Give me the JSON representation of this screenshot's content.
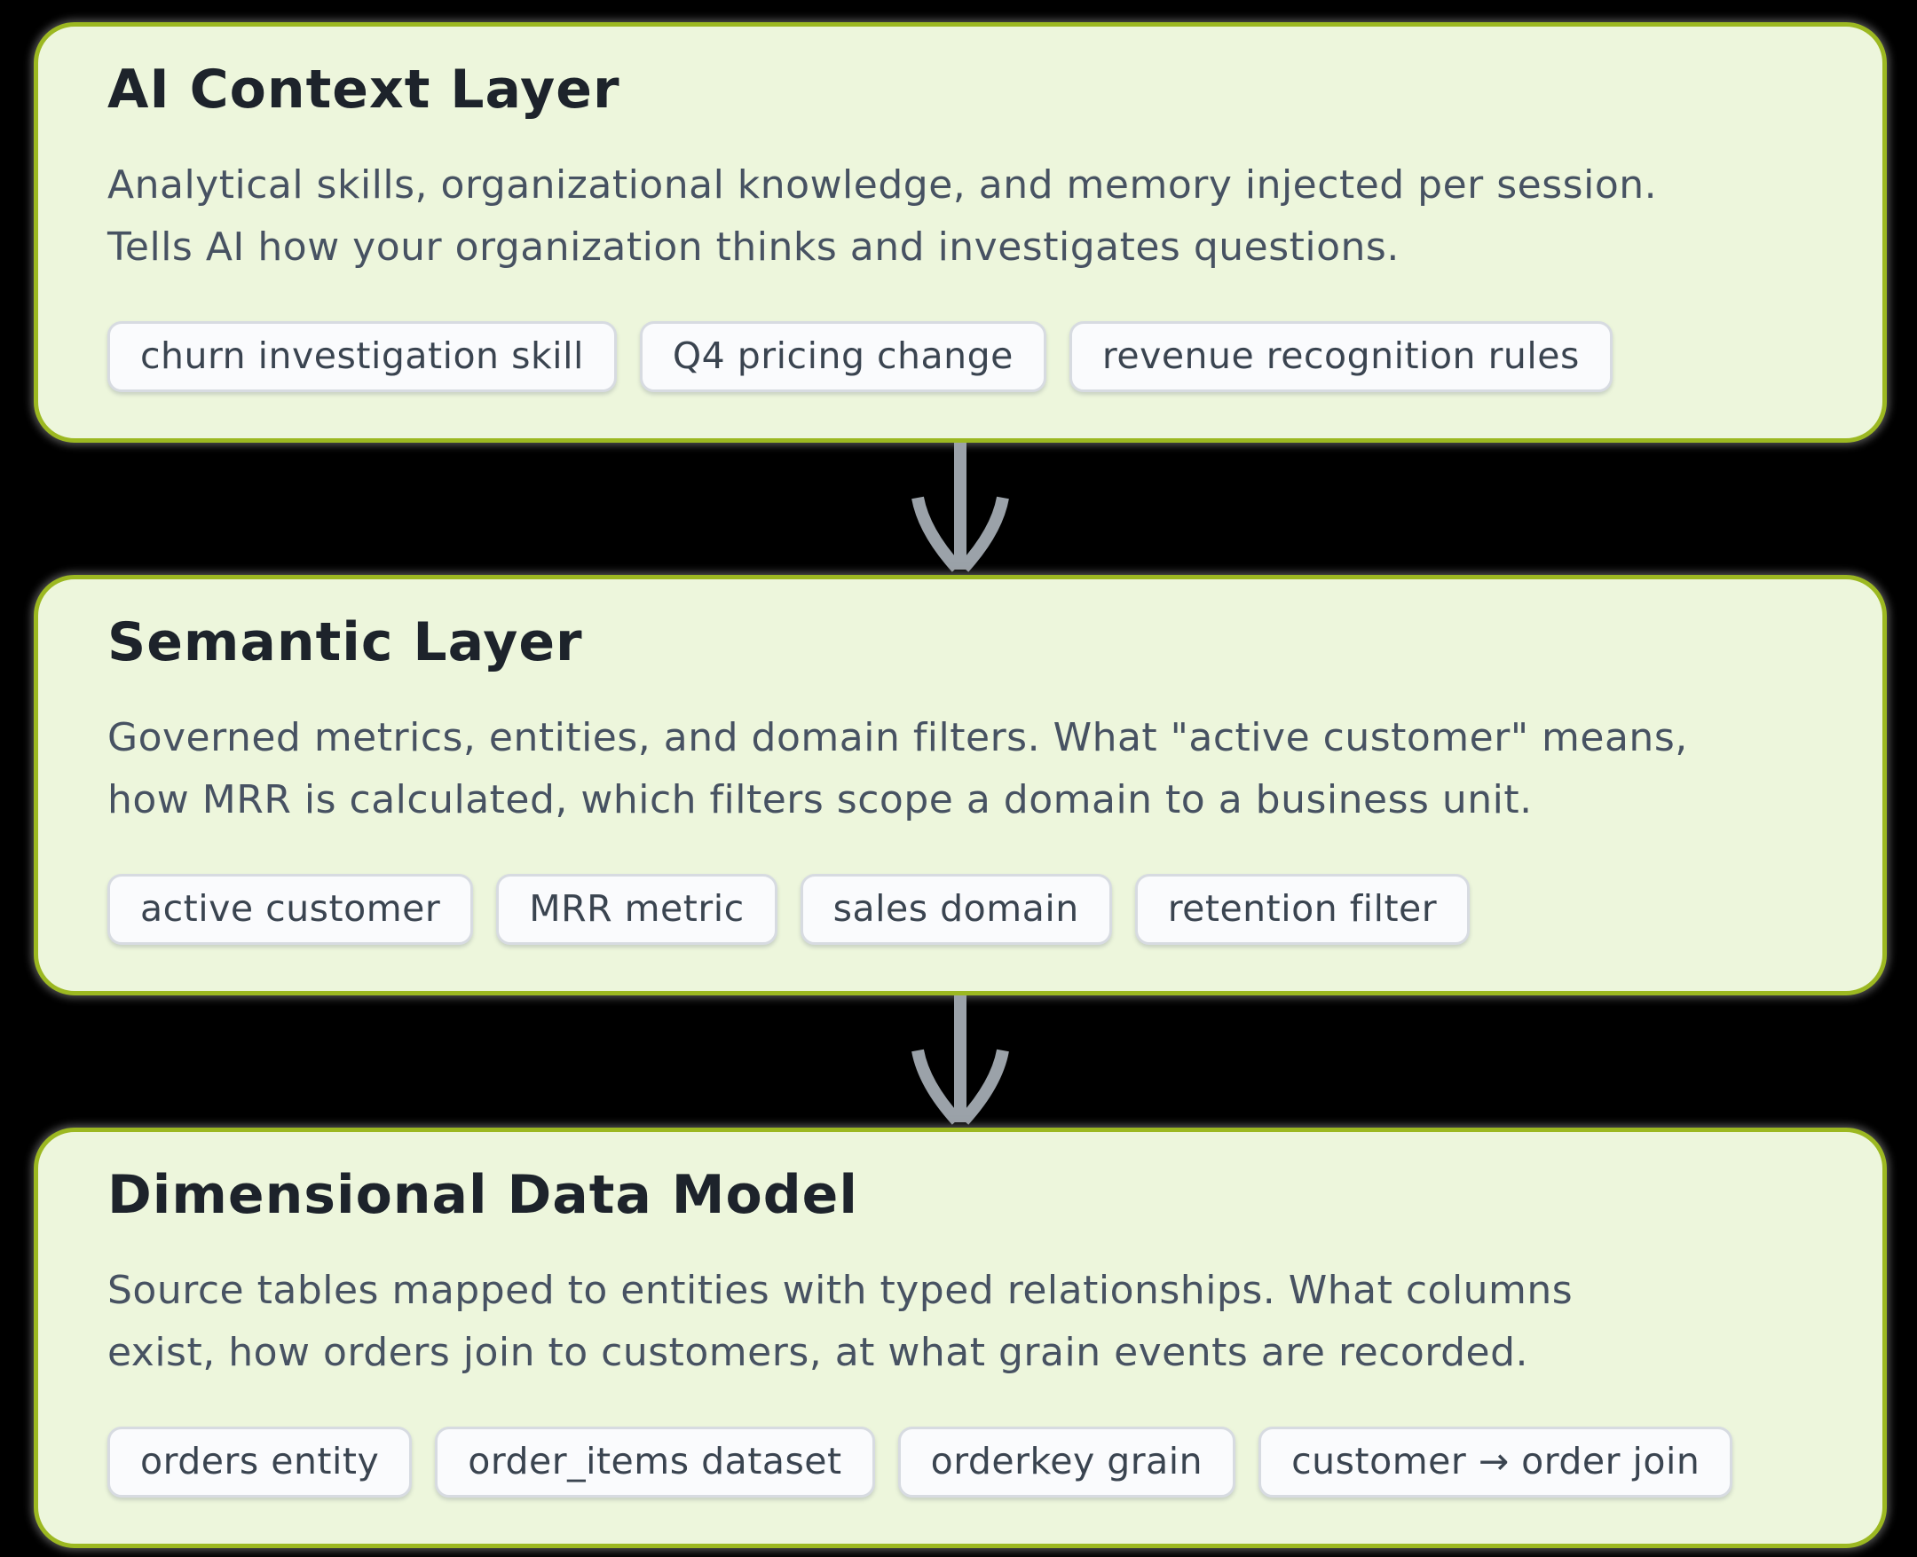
{
  "diagram": {
    "layers": [
      {
        "id": "ai-context-layer",
        "title": "AI Context Layer",
        "description_lines": [
          "Analytical skills, organizational knowledge, and memory injected per session.",
          "Tells AI how your organization thinks and investigates questions."
        ],
        "tags": [
          "churn investigation skill",
          "Q4 pricing change",
          "revenue recognition rules"
        ]
      },
      {
        "id": "semantic-layer",
        "title": "Semantic Layer",
        "description_lines": [
          "Governed metrics, entities, and domain filters. What \"active customer\" means,",
          "how MRR is calculated, which filters scope a domain to a business unit."
        ],
        "tags": [
          "active customer",
          "MRR metric",
          "sales domain",
          "retention filter"
        ]
      },
      {
        "id": "dimensional-data-model",
        "title": "Dimensional Data Model",
        "description_lines": [
          "Source tables mapped to entities with typed relationships. What columns",
          "exist, how orders join to customers, at what grain events are recorded."
        ],
        "tags": [
          "orders entity",
          "order_items dataset",
          "orderkey grain",
          "customer → order join"
        ]
      }
    ],
    "colors": {
      "background": "#000000",
      "card_fill": "#edf6dc",
      "card_border": "#9cb821",
      "title_text": "#1d232b",
      "body_text": "#475262",
      "pill_fill": "#fafbfd",
      "pill_border": "#d7dbe1",
      "pill_text": "#3a4450",
      "arrow": "#9ba2a9"
    }
  }
}
